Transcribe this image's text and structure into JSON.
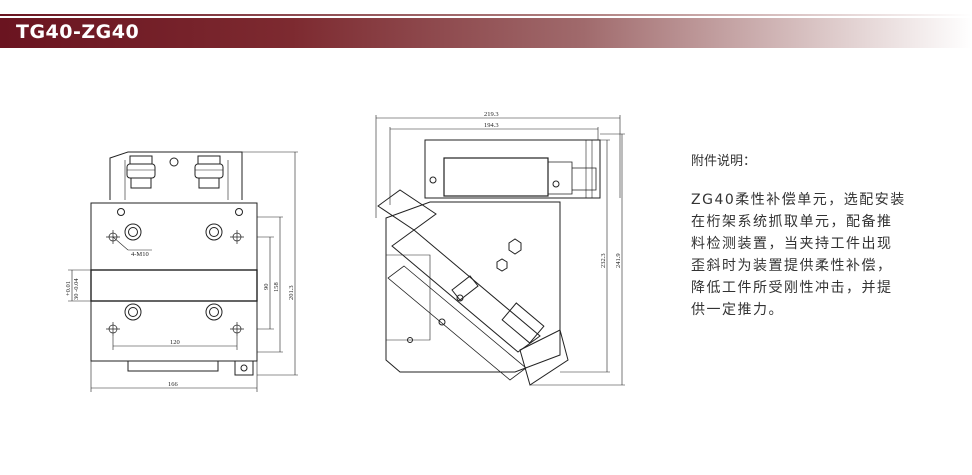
{
  "header": {
    "title": "TG40-ZG40",
    "accent_color": "#6a1420"
  },
  "front_view": {
    "dims": {
      "width_total": "166",
      "hole_spacing": "120",
      "holes": "4-M10",
      "h_90": "90",
      "h_158": "158",
      "h_201": "201.3",
      "slot_a": "+0.01",
      "slot_b": "30 -0.04"
    }
  },
  "side_view": {
    "dims": {
      "w_219": "219.3",
      "w_194": "194.3",
      "h_232": "232.3",
      "h_241": "241.9"
    }
  },
  "note": {
    "title": "附件说明：",
    "lines": [
      "ZG40柔性补偿单元，选配安装",
      "在桁架系统抓取单元，配备推",
      "料检测装置，当夹持工件出现",
      "歪斜时为装置提供柔性补偿，",
      "降低工件所受刚性冲击，并提",
      "供一定推力。"
    ]
  }
}
